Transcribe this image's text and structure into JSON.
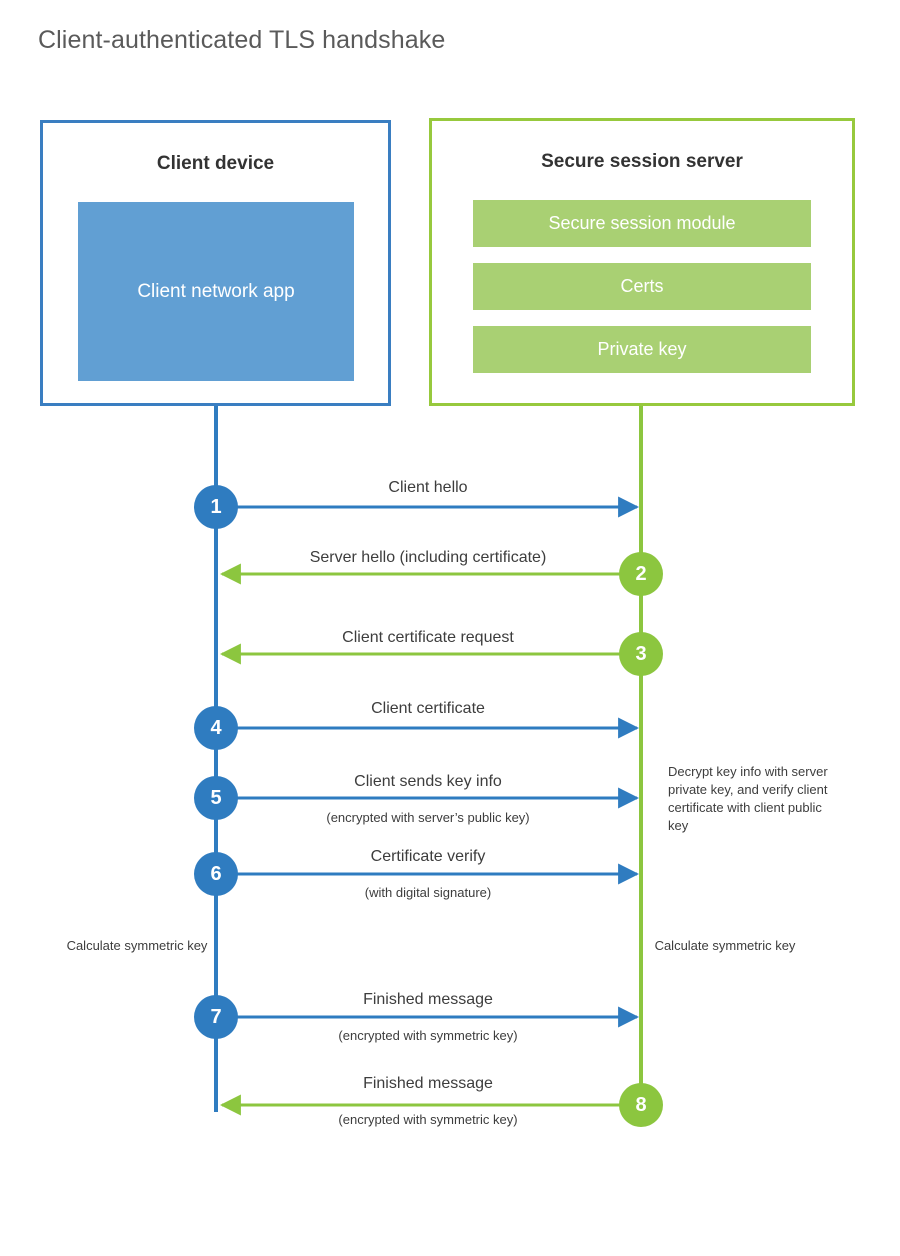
{
  "title": "Client-authenticated TLS handshake",
  "colors": {
    "client_accent": "#2f7cc0",
    "client_border": "#3a7ec1",
    "client_app_fill": "#619fd3",
    "server_accent": "#8cc63f",
    "server_border": "#97c93d",
    "server_bar_fill": "#a9d073",
    "text": "#3d3d3d",
    "title_text": "#5a5a5a"
  },
  "client": {
    "title": "Client device",
    "app_label": "Client network app",
    "note": "Calculate symmetric key"
  },
  "server": {
    "title": "Secure session server",
    "bars": [
      {
        "label": "Secure session module"
      },
      {
        "label": "Certs"
      },
      {
        "label": "Private key"
      }
    ],
    "note_decrypt": "Decrypt key info with server private key, and verify client certificate with client public key",
    "note_calc": "Calculate symmetric key"
  },
  "steps": [
    {
      "number": "1",
      "label": "Client hello",
      "sub": "",
      "direction": "client-to-server",
      "origin": "client"
    },
    {
      "number": "2",
      "label": "Server hello (including certificate)",
      "sub": "",
      "direction": "server-to-client",
      "origin": "server"
    },
    {
      "number": "3",
      "label": "Client certificate request",
      "sub": "",
      "direction": "server-to-client",
      "origin": "server"
    },
    {
      "number": "4",
      "label": "Client certificate",
      "sub": "",
      "direction": "client-to-server",
      "origin": "client"
    },
    {
      "number": "5",
      "label": "Client sends key info",
      "sub": "(encrypted with server’s public key)",
      "direction": "client-to-server",
      "origin": "client"
    },
    {
      "number": "6",
      "label": "Certificate verify",
      "sub": "(with digital signature)",
      "direction": "client-to-server",
      "origin": "client"
    },
    {
      "number": "7",
      "label": "Finished message",
      "sub": "(encrypted with symmetric key)",
      "direction": "client-to-server",
      "origin": "client"
    },
    {
      "number": "8",
      "label": "Finished message",
      "sub": "(encrypted with symmetric key)",
      "direction": "server-to-client",
      "origin": "server"
    }
  ]
}
